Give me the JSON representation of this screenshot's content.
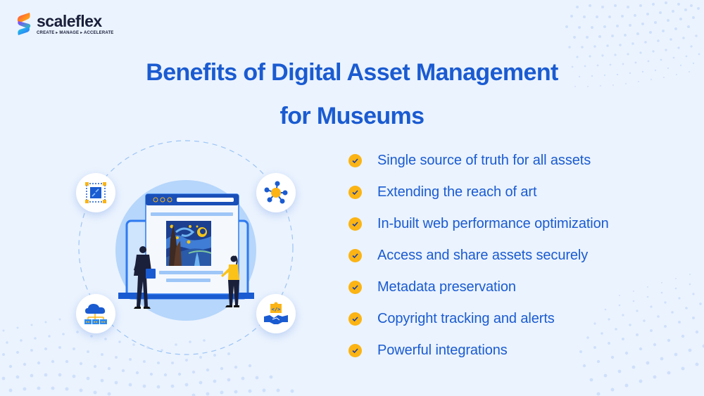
{
  "brand": {
    "name": "scaleflex",
    "tagline": "CREATE ▸ MANAGE ▸ ACCELERATE"
  },
  "title": {
    "line1": "Benefits of Digital Asset Management",
    "line2": "for Museums"
  },
  "benefits": [
    {
      "icon": "check-icon",
      "label": "Single source of truth for all assets"
    },
    {
      "icon": "check-icon",
      "label": "Extending the reach of art"
    },
    {
      "icon": "check-icon",
      "label": "In-built web performance optimization"
    },
    {
      "icon": "check-icon",
      "label": "Access and share assets securely"
    },
    {
      "icon": "check-icon",
      "label": "Metadata preservation"
    },
    {
      "icon": "check-icon",
      "label": "Copyright tracking and alerts"
    },
    {
      "icon": "check-icon",
      "label": "Powerful integrations"
    }
  ],
  "illustration": {
    "badges": [
      "compress-icon",
      "network-hub-icon",
      "cloud-hierarchy-icon",
      "integration-handshake-icon"
    ],
    "artwork": "starry-night-painting"
  },
  "colors": {
    "background": "#ebf3fe",
    "primary": "#1a5bd1",
    "accent": "#fbb414",
    "dark": "#1a1f3a"
  }
}
